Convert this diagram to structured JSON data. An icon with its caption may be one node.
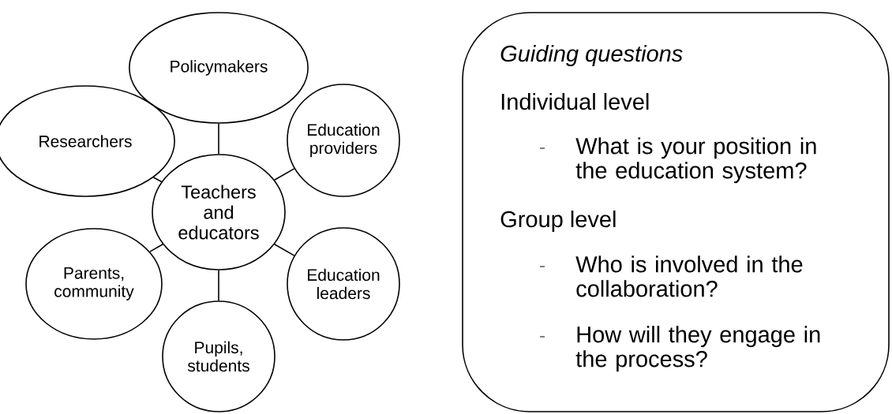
{
  "diagram": {
    "nodes": [
      {
        "text": [
          "Policymakers"
        ]
      },
      {
        "text": [
          "Researchers"
        ]
      },
      {
        "text": [
          "Education providers"
        ]
      },
      {
        "text": [
          "Teachers and educators"
        ]
      },
      {
        "text": [
          "Parents, community"
        ]
      },
      {
        "text": [
          "Education leaders"
        ]
      },
      {
        "text": [
          "Pupils, students"
        ]
      },
      {
        "text": [
          "Guiding questions",
          "Individual level",
          "What is your position in the education system?",
          "Group level",
          "Who is involved in the collaboration?",
          "How will they engage in the process?"
        ]
      }
    ],
    "edges": [
      {
        "from": 3,
        "to": 0,
        "arrow": "none"
      },
      {
        "from": 3,
        "to": 1,
        "arrow": "none"
      },
      {
        "from": 3,
        "to": 2,
        "arrow": "none"
      },
      {
        "from": 3,
        "to": 4,
        "arrow": "none"
      },
      {
        "from": 3,
        "to": 5,
        "arrow": "none"
      },
      {
        "from": 3,
        "to": 6,
        "arrow": "none"
      }
    ]
  }
}
